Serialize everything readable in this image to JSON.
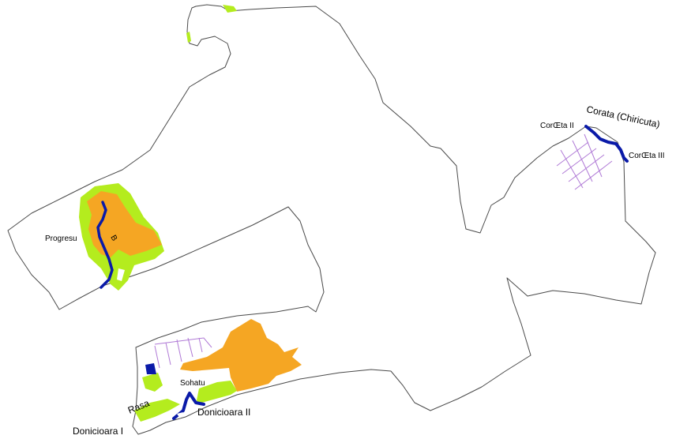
{
  "colors": {
    "background": "#ffffff",
    "boundary": "#4a4a4a",
    "built_up": "#f5a623",
    "green_area": "#b4ec1e",
    "water": "#0a1aa8",
    "canal": "#b07ad6"
  },
  "labels": {
    "corata_chiricuta": "Corata (Chiricuta)",
    "coroeta_2": "CorŒta II",
    "coroeta_3": "CorŒta III",
    "progresu": "Progresu",
    "river_b": "B",
    "sohatu": "Sohatu",
    "rasa": "Rasa",
    "donicioara_2": "Donicioara II",
    "donicioara_1": "Donicioara I"
  }
}
